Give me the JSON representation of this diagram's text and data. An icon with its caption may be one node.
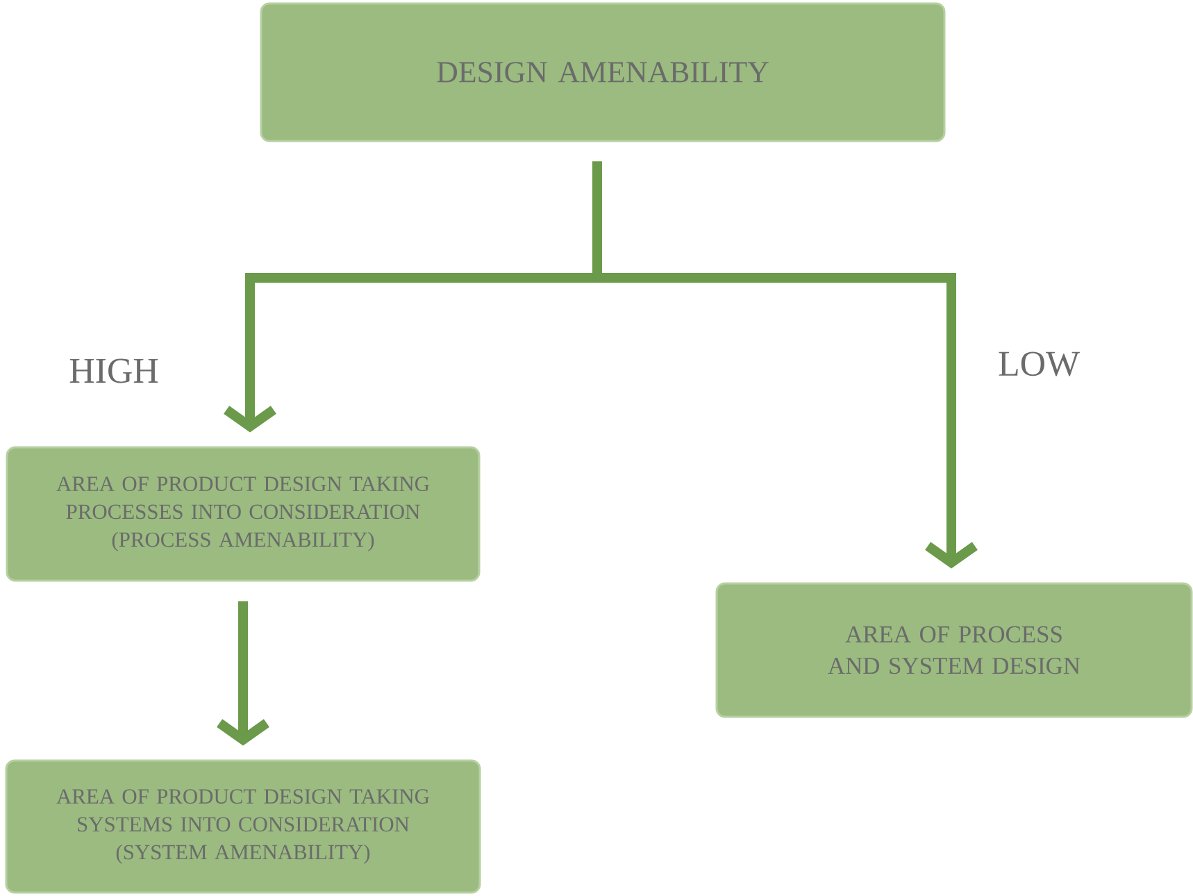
{
  "diagram": {
    "nodes": [
      {
        "text": [
          "DESIGN AMENABILITY"
        ]
      },
      {
        "text": [
          "AREA OF PRODUCT DESIGN TAKING PROCESSES INTO CONSIDERATION (PROCESS AMENABILITY)"
        ]
      },
      {
        "text": [
          "AREA OF PRODUCT DESIGN TAKING SYSTEMS INTO CONSIDERATION (SYSTEM AMENABILITY)"
        ]
      },
      {
        "text": [
          "AREA OF PROCESS AND SYSTEM DESIGN"
        ]
      }
    ],
    "edges": [
      {
        "from": 0,
        "to": 1,
        "arrow": "to",
        "label": "HIGH"
      },
      {
        "from": 0,
        "to": 3,
        "arrow": "to",
        "label": "LOW"
      },
      {
        "from": 1,
        "to": 2,
        "arrow": "to"
      }
    ]
  }
}
